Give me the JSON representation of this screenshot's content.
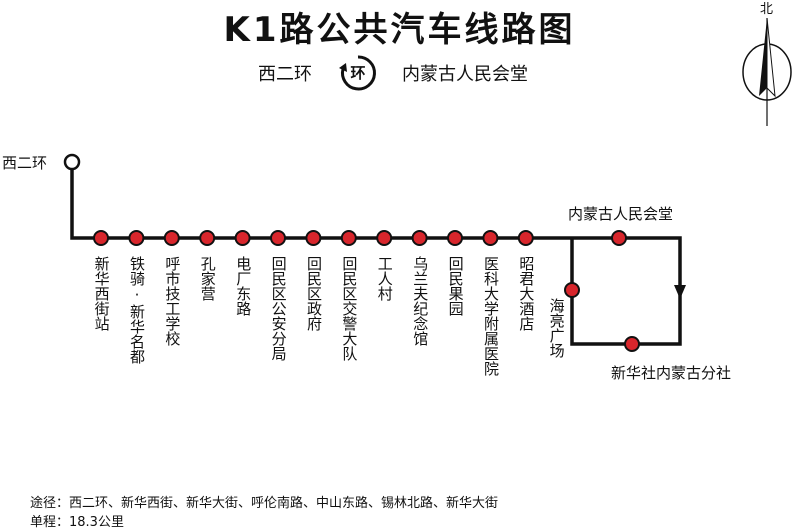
{
  "title": "K1路公共汽车线路图",
  "direction": {
    "from": "西二环",
    "loop_mark": "环",
    "to": "内蒙古人民会堂"
  },
  "compass": {
    "north_label": "北"
  },
  "terminal": {
    "name": "西二环"
  },
  "stops": [
    "新华西街站",
    "铁骑·新华名都",
    "呼市技工学校",
    "孔家营",
    "电厂东路",
    "回民区公安分局",
    "回民区政府",
    "回民区交警大队",
    "工人村",
    "乌兰夫纪念馆",
    "回民果园",
    "医科大学附属医院",
    "昭君大酒店"
  ],
  "loop_stops": {
    "top": "内蒙古人民会堂",
    "left": "海亮广场",
    "bottom": "新华社内蒙古分社"
  },
  "footer": {
    "via": "途径：西二环、新华西街、新华大街、呼伦南路、中山东路、锡林北路、新华大街",
    "distance": "单程：18.3公里"
  },
  "colors": {
    "line": "#111111",
    "stop_fill": "#d8262c",
    "terminal_fill": "#ffffff"
  }
}
